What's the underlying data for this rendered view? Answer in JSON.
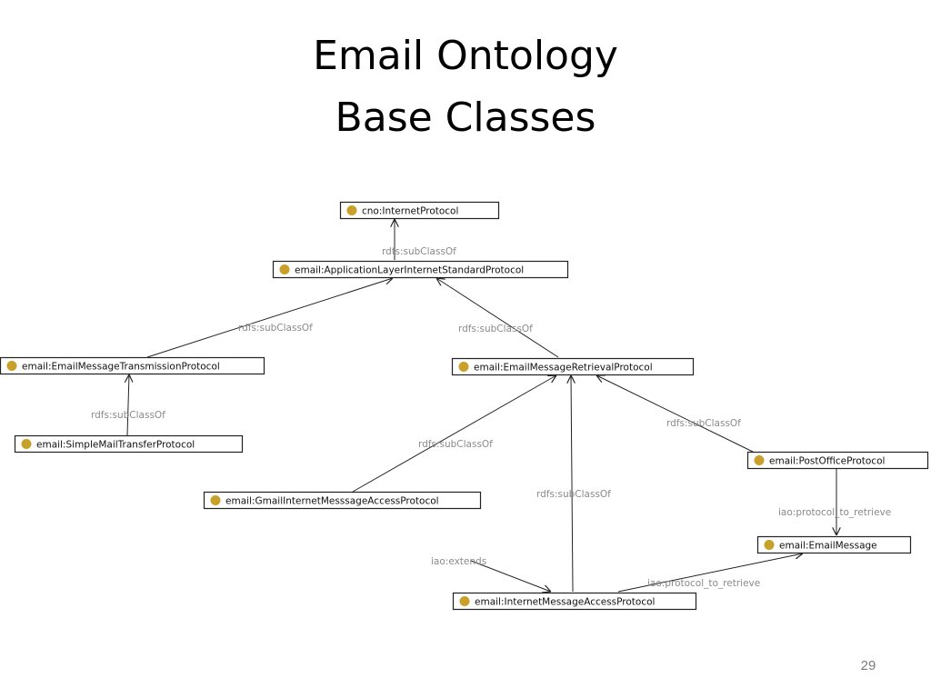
{
  "title": {
    "line1": "Email Ontology",
    "line2": "Base Classes"
  },
  "diagram": {
    "node_icon": "class-circle-icon",
    "node_icon_color": "#c9a02a",
    "edge_label_color": "#8a8a8a",
    "nodes": [
      {
        "id": "cno_internet_protocol",
        "label": "cno:InternetProtocol"
      },
      {
        "id": "app_layer",
        "label": "email:ApplicationLayerInternetStandardProtocol"
      },
      {
        "id": "transmission",
        "label": "email:EmailMessageTransmissionProtocol"
      },
      {
        "id": "retrieval",
        "label": "email:EmailMessageRetrievalProtocol"
      },
      {
        "id": "smtp",
        "label": "email:SimpleMailTransferProtocol"
      },
      {
        "id": "pop",
        "label": "email:PostOfficeProtocol"
      },
      {
        "id": "gmail_imap",
        "label": "email:GmailInternetMesssageAccessProtocol"
      },
      {
        "id": "email_message",
        "label": "email:EmailMessage"
      },
      {
        "id": "imap",
        "label": "email:InternetMessageAccessProtocol"
      }
    ],
    "edges": [
      {
        "from": "app_layer",
        "to": "cno_internet_protocol",
        "label": "rdfs:subClassOf"
      },
      {
        "from": "transmission",
        "to": "app_layer",
        "label": "rdfs:subClassOf"
      },
      {
        "from": "retrieval",
        "to": "app_layer",
        "label": "rdfs:subClassOf"
      },
      {
        "from": "smtp",
        "to": "transmission",
        "label": "rdfs:subClassOf"
      },
      {
        "from": "gmail_imap",
        "to": "retrieval",
        "label": "rdfs:subClassOf"
      },
      {
        "from": "imap",
        "to": "retrieval",
        "label": "rdfs:subClassOf"
      },
      {
        "from": "pop",
        "to": "retrieval",
        "label": "rdfs:subClassOf"
      },
      {
        "from": "pop",
        "to": "email_message",
        "label": "iao:protocol_to_retrieve"
      },
      {
        "from": "gmail_imap",
        "to": "imap",
        "label": "iao:extends"
      },
      {
        "from": "imap",
        "to": "email_message",
        "label": "iao:protocol_to_retrieve"
      }
    ]
  },
  "page_number": "29"
}
